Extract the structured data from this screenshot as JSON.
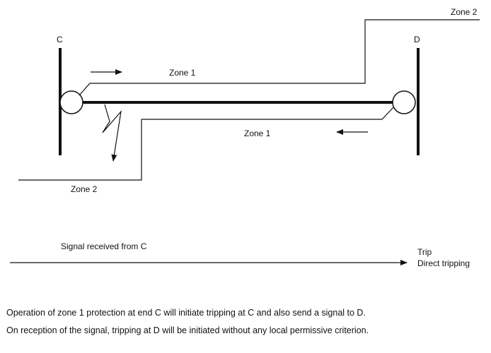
{
  "labels": {
    "end_c": "C",
    "end_d": "D",
    "zone1_c": "Zone 1",
    "zone1_d": "Zone 1",
    "zone2_c": "Zone 2",
    "zone2_d": "Zone 2",
    "signal": "Signal received from C",
    "trip": "Trip",
    "direct_tripping": "Direct tripping"
  },
  "captions": [
    "Operation of zone 1 protection at end C will initiate tripping at C and also send a signal to D.",
    "On reception of the signal, tripping at D will be initiated without any local permissive criterion."
  ],
  "colors": {
    "ink": "#111111",
    "background": "#ffffff"
  }
}
